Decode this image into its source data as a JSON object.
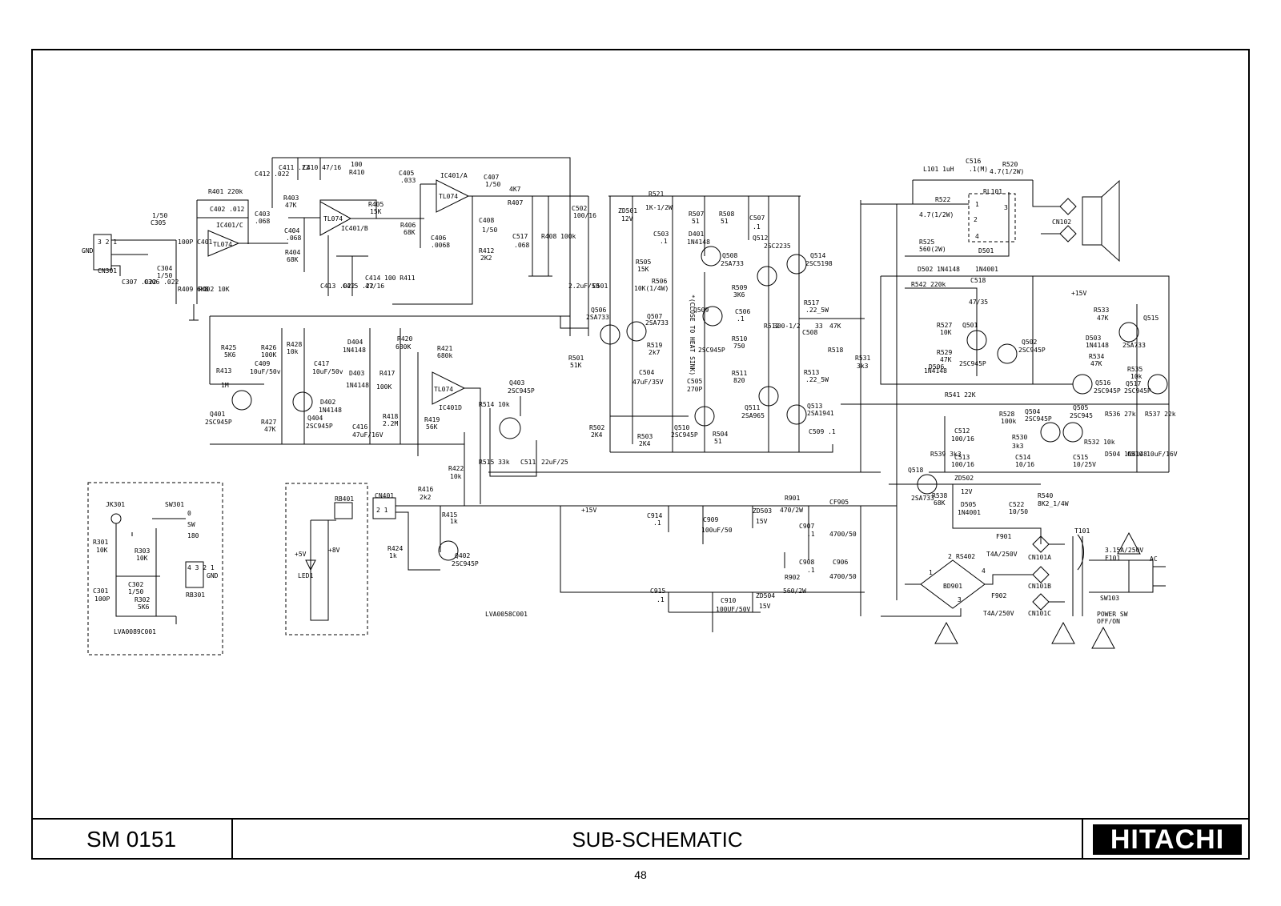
{
  "title_block": {
    "doc_number": "SM 0151",
    "sheet_title": "SUB-SCHEMATIC",
    "brand": "HITACHI",
    "page_number": "48"
  },
  "board_codes": {
    "main": "LVA0058C001",
    "jack": "LVA0089C001"
  },
  "net_labels": {
    "gnd": "GND",
    "plus15v_a": "+15V",
    "plus15v_b": "+15V",
    "plus5v": "+5V",
    "plus8v": "+8V",
    "ac": "AC",
    "heat_sink": "*(CLOSE TO HEAT SINK)",
    "power_sw": "POWER SW",
    "off_on": "OFF/ON",
    "sw": "SW"
  },
  "connectors": {
    "cn301": "CN301",
    "cn401": "CN401",
    "cn102": "CN102",
    "cn101a": "CN101A",
    "cn101b": "CN101B",
    "cn101c": "CN101C",
    "jk301": "JK301",
    "sw301": "SW301",
    "rb301": "RB301",
    "rb401": "RB401"
  },
  "ics": {
    "ic401c": "IC401/C",
    "ic401b": "IC401/B",
    "ic401a": "IC401/A",
    "ic401d": "IC401D",
    "tl074": "TL074"
  },
  "transistors": {
    "q401": [
      "Q401",
      "2SC945P"
    ],
    "q404": [
      "Q404",
      "2SC945P"
    ],
    "q402": [
      "Q402",
      "2SC945P"
    ],
    "q403": [
      "Q403",
      "2SC945P"
    ],
    "q506": [
      "Q506",
      "2SA733"
    ],
    "q507": [
      "Q507",
      "2SA733"
    ],
    "q508": [
      "Q508",
      "2SA733"
    ],
    "q509": [
      "Q509",
      "2SC945P"
    ],
    "q512": [
      "Q512",
      "2SC2235"
    ],
    "q514": [
      "Q514",
      "2SC5198"
    ],
    "q510": [
      "Q510",
      "2SC945P"
    ],
    "q511": [
      "Q511",
      "2SA965"
    ],
    "q513": [
      "Q513",
      "2SA1941"
    ],
    "q501": [
      "Q501",
      "2SC945P"
    ],
    "q502": [
      "Q502",
      "2SC945P"
    ],
    "q515": [
      "Q515",
      "2SA733"
    ],
    "q516": [
      "Q516",
      "2SC945P"
    ],
    "q517": [
      "Q517",
      "2SC945P"
    ],
    "q504": [
      "Q504",
      "2SC945P"
    ],
    "q505": [
      "Q505",
      "2SC945"
    ],
    "q518": [
      "Q518",
      "2SA733"
    ]
  },
  "diodes": {
    "d401": [
      "D401",
      "1N4148"
    ],
    "d402": [
      "D402",
      "1N4148"
    ],
    "d403": [
      "D403",
      "1N4148"
    ],
    "d404": [
      "D404",
      "1N4148"
    ],
    "d501": [
      "D501",
      "1N4001"
    ],
    "d502": [
      "D502",
      "1N4148"
    ],
    "d503": [
      "D503",
      "1N4148"
    ],
    "d504": [
      "D504",
      "1N4148"
    ],
    "d505": [
      "D505",
      "1N4001"
    ],
    "d506": [
      "D506",
      "1N4148"
    ],
    "zd501": [
      "ZD501",
      "12V"
    ],
    "zd502": [
      "ZD502",
      "12V"
    ],
    "zd503": [
      "ZD503",
      "15V"
    ],
    "zd504": [
      "ZD504",
      "15V"
    ],
    "bd901": [
      "BD901",
      ""
    ]
  },
  "resistors": {
    "r401": [
      "R401",
      "220k"
    ],
    "r402": [
      "R402",
      "10K"
    ],
    "r403": [
      "R403",
      "47K"
    ],
    "r404": [
      "R404",
      "68K"
    ],
    "r405": [
      "R405",
      "15K"
    ],
    "r406": [
      "R406",
      "68K"
    ],
    "r407": [
      "R407",
      "4K7"
    ],
    "r408": [
      "R408",
      "100k"
    ],
    "r409": [
      "R409",
      "6K8"
    ],
    "r410": [
      "R410",
      "100"
    ],
    "r411": [
      "R411",
      "100"
    ],
    "r412": [
      "R412",
      "2K2"
    ],
    "r413": [
      "R413",
      "1M"
    ],
    "r415": [
      "R415",
      "1k"
    ],
    "r416": [
      "R416",
      "2k2"
    ],
    "r417": [
      "R417",
      "100K"
    ],
    "r418": [
      "R418",
      "2.2M"
    ],
    "r419": [
      "R419",
      "56K"
    ],
    "r420": [
      "R420",
      "680K"
    ],
    "r421": [
      "R421",
      "680k"
    ],
    "r422": [
      "R422",
      "10k"
    ],
    "r424": [
      "R424",
      "1k"
    ],
    "r425": [
      "R425",
      "5K6"
    ],
    "r426": [
      "R426",
      "100K"
    ],
    "r427": [
      "R427",
      "47K"
    ],
    "r428": [
      "R428",
      "10k"
    ],
    "r501": [
      "R501",
      "51K"
    ],
    "r502": [
      "R502",
      "2K4"
    ],
    "r503": [
      "R503",
      "2K4"
    ],
    "r504": [
      "R504",
      "51"
    ],
    "r505": [
      "R505",
      "15K"
    ],
    "r506": [
      "R506",
      "10K(1/4W)"
    ],
    "r507": [
      "R507",
      "51"
    ],
    "r508": [
      "R508",
      "51"
    ],
    "r509": [
      "R509",
      "3K6"
    ],
    "r510": [
      "R510",
      "750"
    ],
    "r511": [
      "R511",
      "820"
    ],
    "r512": [
      "R512",
      "300-1/2"
    ],
    "r513": [
      "R513",
      ".22_5W"
    ],
    "r514": [
      "R514",
      "10k"
    ],
    "r515": [
      "R515",
      "33k"
    ],
    "r517": [
      "R517",
      ".22_5W"
    ],
    "r518": [
      "R518",
      "47K"
    ],
    "r519": [
      "R519",
      "2k7"
    ],
    "r520": [
      "R520",
      "4.7(1/2W)"
    ],
    "r521": [
      "R521",
      "1K-1/2W"
    ],
    "r522": [
      "R522",
      "4.7(1/2W)"
    ],
    "r525": [
      "R525",
      "560(2W)"
    ],
    "r527": [
      "R527",
      "10K"
    ],
    "r528": [
      "R528",
      "100k"
    ],
    "r529": [
      "R529",
      "47K"
    ],
    "r530": [
      "R530",
      "3k3"
    ],
    "r531": [
      "R531",
      "3k3"
    ],
    "r532": [
      "R532",
      "10k"
    ],
    "r533": [
      "R533",
      "47K"
    ],
    "r534": [
      "R534",
      "47K"
    ],
    "r535": [
      "R535",
      "10k"
    ],
    "r536": [
      "R536",
      "27k"
    ],
    "r537": [
      "R537",
      "22k"
    ],
    "r538": [
      "R538",
      "68K"
    ],
    "r539": [
      "R539",
      "3k3"
    ],
    "r540": [
      "R540",
      "8K2_1/4W"
    ],
    "r541": [
      "R541",
      "22K"
    ],
    "r542": [
      "R542",
      "220k"
    ],
    "r301": [
      "R301",
      "10K"
    ],
    "r302": [
      "R302",
      "5K6"
    ],
    "r303": [
      "R303",
      "10K"
    ],
    "r901": [
      "R901",
      "470/2W"
    ],
    "r902": [
      "R902",
      "560/2W"
    ],
    "rs402": [
      "RS402",
      ""
    ]
  },
  "capacitors": {
    "c301": [
      "C301",
      "100P"
    ],
    "c302": [
      "C302",
      "1/50"
    ],
    "c304": [
      "C304",
      "1/50"
    ],
    "c305": [
      "C305",
      "1/50"
    ],
    "c306": [
      "C306",
      ".022"
    ],
    "c307": [
      "C307",
      ".022"
    ],
    "c401": [
      "C401",
      "100P"
    ],
    "c402": [
      "C402",
      ".012"
    ],
    "c403": [
      "C403",
      ".068"
    ],
    "c404": [
      "C404",
      ".068"
    ],
    "c405": [
      "C405",
      ".033"
    ],
    "c406": [
      "C406",
      ".0068"
    ],
    "c407": [
      "C407",
      "1/50"
    ],
    "c408": [
      "C408",
      "1/50"
    ],
    "c409": [
      "C409",
      "10uF/50v"
    ],
    "c410": [
      "C410",
      "47/16"
    ],
    "c411": [
      "C411",
      ".22"
    ],
    "c412": [
      "C412",
      ".022"
    ],
    "c413": [
      "C413",
      ".022"
    ],
    "c414": [
      "C414",
      "47/16"
    ],
    "c415": [
      "C415",
      ".22"
    ],
    "c416": [
      "C416",
      "47uF/16V"
    ],
    "c417": [
      "C417",
      "10uF/50v"
    ],
    "c501": [
      "C501",
      "2.2uF/50"
    ],
    "c502": [
      "C502",
      "100/16"
    ],
    "c503": [
      "C503",
      ".1"
    ],
    "c504": [
      "C504",
      "47uF/35V"
    ],
    "c505": [
      "C505",
      "270P"
    ],
    "c506": [
      "C506",
      ".1"
    ],
    "c507": [
      "C507",
      ".1"
    ],
    "c508": [
      "C508",
      "33"
    ],
    "c509": [
      "C509",
      ".1"
    ],
    "c510": [
      "C510",
      "10uF/16V"
    ],
    "c511": [
      "C511",
      "22uF/25"
    ],
    "c512": [
      "C512",
      "100/16"
    ],
    "c513": [
      "C513",
      "100/16"
    ],
    "c514": [
      "C514",
      "10/16"
    ],
    "c515": [
      "C515",
      "10/25V"
    ],
    "c516": [
      "C516",
      ".1(M)"
    ],
    "c517": [
      "C517",
      ".068"
    ],
    "c518": [
      "C518",
      "47/35"
    ],
    "c522": [
      "C522",
      "10/50"
    ],
    "c906": [
      "C906",
      "4700/50"
    ],
    "c907": [
      "C907",
      ".1"
    ],
    "c908": [
      "C908",
      ".1"
    ],
    "c909": [
      "C909",
      "100uF/50"
    ],
    "c910": [
      "C910",
      "100UF/50V"
    ],
    "c914": [
      "C914",
      ".1"
    ],
    "c915": [
      "C915",
      ".1"
    ],
    "cf905": [
      "CF905",
      "4700/50"
    ]
  },
  "magnetics": {
    "l101": [
      "L101",
      "1uH"
    ],
    "rl101": [
      "RL101",
      ""
    ],
    "t101": [
      "T101",
      ""
    ],
    "f101": [
      "F101",
      "3.15A/250V"
    ],
    "f901": [
      "F901",
      "T4A/250V"
    ],
    "f902": [
      "F902",
      "T4A/250V"
    ],
    "sw103": [
      "SW103",
      ""
    ]
  },
  "pin_labels": {
    "sw301_pos": [
      "0",
      "SW",
      "180"
    ],
    "cn401_pins": "2 1",
    "cn301_pins": "3 2 1",
    "rb301_pins": "4 3 2 1",
    "rl101_pins": [
      "1",
      "2",
      "3",
      "4"
    ],
    "bd901_pins": [
      "1",
      "2",
      "3",
      "4"
    ]
  }
}
